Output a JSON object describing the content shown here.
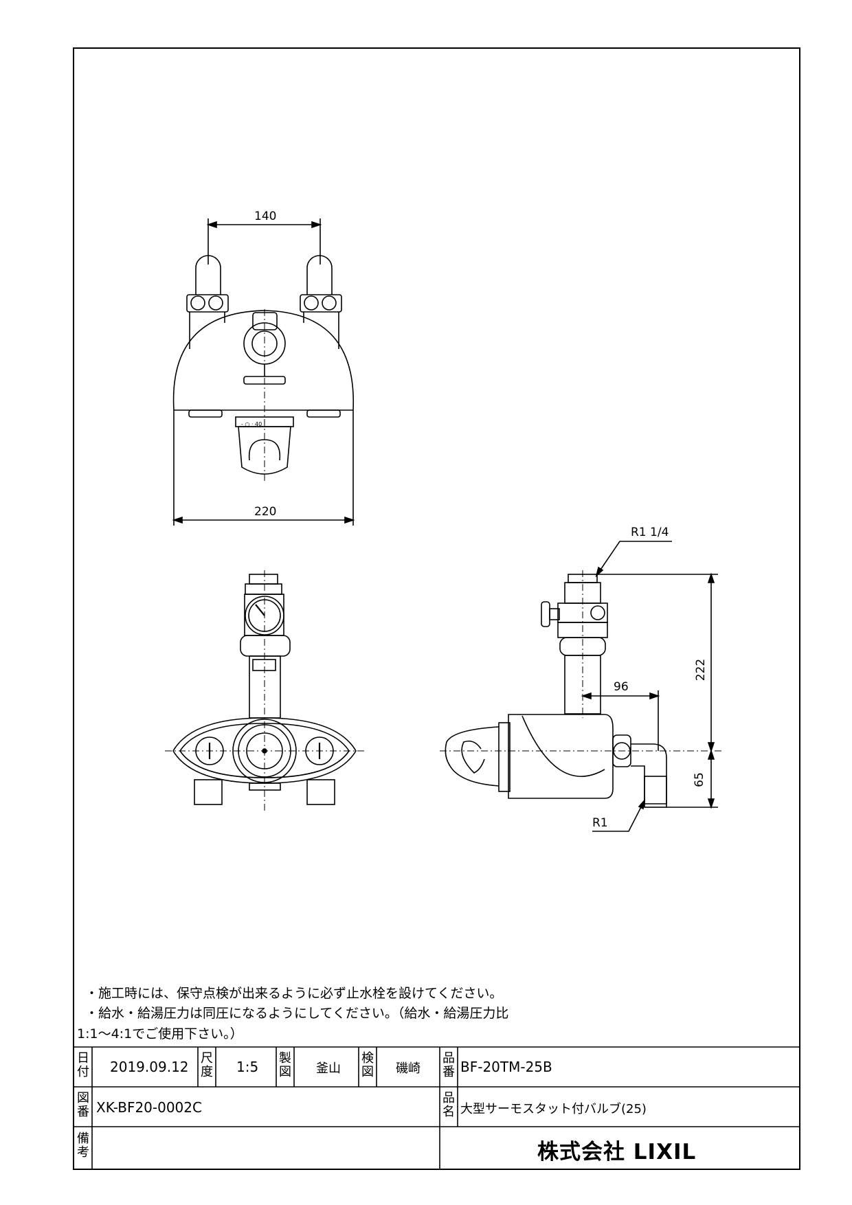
{
  "dimensions": {
    "top_width": "140",
    "base_width": "220",
    "inlet_thread": "R1 1/4",
    "height_total": "222",
    "offset": "96",
    "outlet_height": "65",
    "outlet_thread": "R1",
    "dial_marks": "- ○ · 40"
  },
  "notes": [
    "・施工時には、保守点検が出来るように必ず止水栓を設けてください。",
    "・給水・給湯圧力は同圧になるようにしてください。（給水・給湯圧力比",
    "1:1～4:1でご使用下さい。）"
  ],
  "title_block": {
    "date_label": [
      "日",
      "付"
    ],
    "date": "2019.09.12",
    "scale_label": [
      "尺",
      "度"
    ],
    "scale": "1:5",
    "drawn_label": [
      "製",
      "図"
    ],
    "drawn_by": "釜山",
    "checked_label": [
      "検",
      "図"
    ],
    "checked_by": "磯崎",
    "part_no_label": [
      "品",
      "番"
    ],
    "part_no": "BF-20TM-25B",
    "drawing_no_label": [
      "図",
      "番"
    ],
    "drawing_no": "XK-BF20-0002C",
    "product_name_label": [
      "品",
      "名"
    ],
    "product_name": "大型サーモスタット付バルブ(25)",
    "remarks_label": [
      "備",
      "考"
    ],
    "company": "株式会社 LIXIL"
  }
}
